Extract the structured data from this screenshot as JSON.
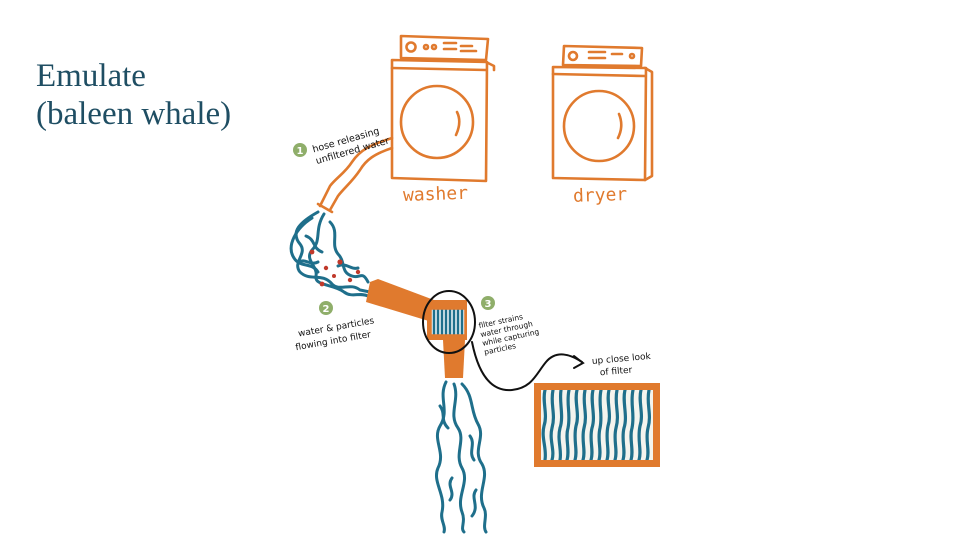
{
  "slide": {
    "title_line1": "Emulate",
    "title_line2": "(baleen whale)"
  },
  "labels": {
    "washer": "washer",
    "dryer": "dryer",
    "step1_number": "1",
    "step1_line1": "hose releasing",
    "step1_line2": "unfiltered water",
    "step2_number": "2",
    "step2_line1": "water & particles",
    "step2_line2": "flowing into filter",
    "step3_number": "3",
    "step3_line1": "filter strains",
    "step3_line2": "water through",
    "step3_line3": "while capturing",
    "step3_line4": "particles",
    "closeup_line1": "up close look",
    "closeup_line2": "of filter"
  },
  "colors": {
    "orange": "#e07a2e",
    "blue": "#1f6f8b",
    "badge_green": "#8fae6a",
    "title": "#1f4e63"
  }
}
